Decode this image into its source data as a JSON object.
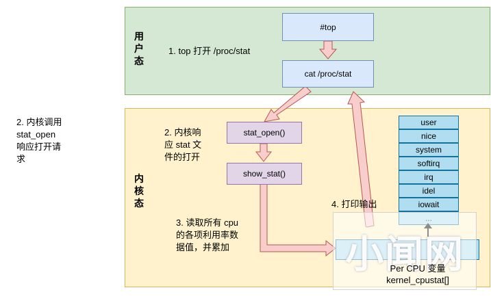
{
  "regions": {
    "user_label": "用户态",
    "kernel_label": "内核态"
  },
  "boxes": {
    "top": "#top",
    "cat": "cat /proc/stat",
    "stat_open": "stat_open()",
    "show_stat": "show_stat()"
  },
  "percpu": {
    "fields": [
      "user",
      "nice",
      "system",
      "softirq",
      "irq",
      "idel",
      "iowait",
      "..."
    ],
    "label_line1": "Per CPU 变量",
    "label_line2": "kernel_cpustat[]"
  },
  "notes": {
    "step1": "1. top 打开 /proc/stat",
    "left_step2_lines": [
      "2. 内核调用",
      "stat_open",
      "响应打开请",
      "求"
    ],
    "step2_lines": [
      "2. 内核响",
      "应 stat 文",
      "件的打开"
    ],
    "step3_lines": [
      "3. 读取所有 cpu",
      "的各项利用率数",
      "据值，并累加"
    ],
    "step4": "4. 打印输出"
  },
  "watermark": {
    "text": "小闻网"
  },
  "colors": {
    "user_fill": "#d5e8d4",
    "kernel_fill": "#fff2cc",
    "box_blue": "#dae8fc",
    "box_purple": "#e1d5e7",
    "cell_teal": "#b1ddf0",
    "arrow_fill": "#f8cecc",
    "arrow_stroke": "#b85450"
  }
}
